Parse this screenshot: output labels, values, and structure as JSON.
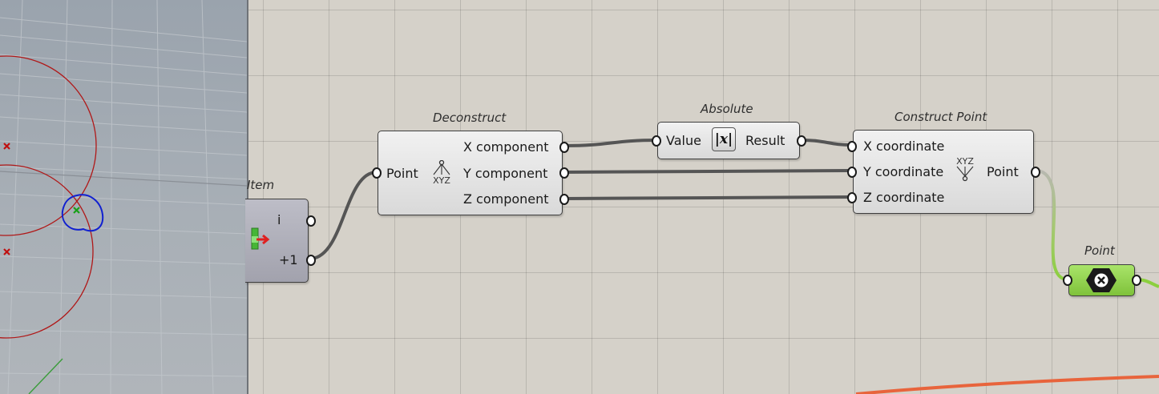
{
  "components": {
    "item": {
      "title": "Item",
      "inputs": [
        "i",
        "+1"
      ]
    },
    "deconstruct": {
      "title": "Deconstruct",
      "input": "Point",
      "outputs": [
        "X component",
        "Y component",
        "Z component"
      ],
      "icon_text": "XYZ"
    },
    "absolute": {
      "title": "Absolute",
      "input": "Value",
      "output": "Result",
      "icon": "abs-x-icon",
      "icon_text": "|x|"
    },
    "construct_point": {
      "title": "Construct Point",
      "inputs": [
        "X coordinate",
        "Y coordinate",
        "Z coordinate"
      ],
      "output": "Point",
      "icon_text": "XYZ"
    },
    "point_param": {
      "title": "Point",
      "icon": "close-hexagon-icon",
      "color": "#8ccf3f"
    }
  },
  "colors": {
    "canvas": "#d5d1c9",
    "wire": "#555555",
    "wire_active": "#8ccf3f",
    "curve_red": "#b01818",
    "curve_blue": "#1020d0",
    "orange_curve": "#e8643c"
  }
}
